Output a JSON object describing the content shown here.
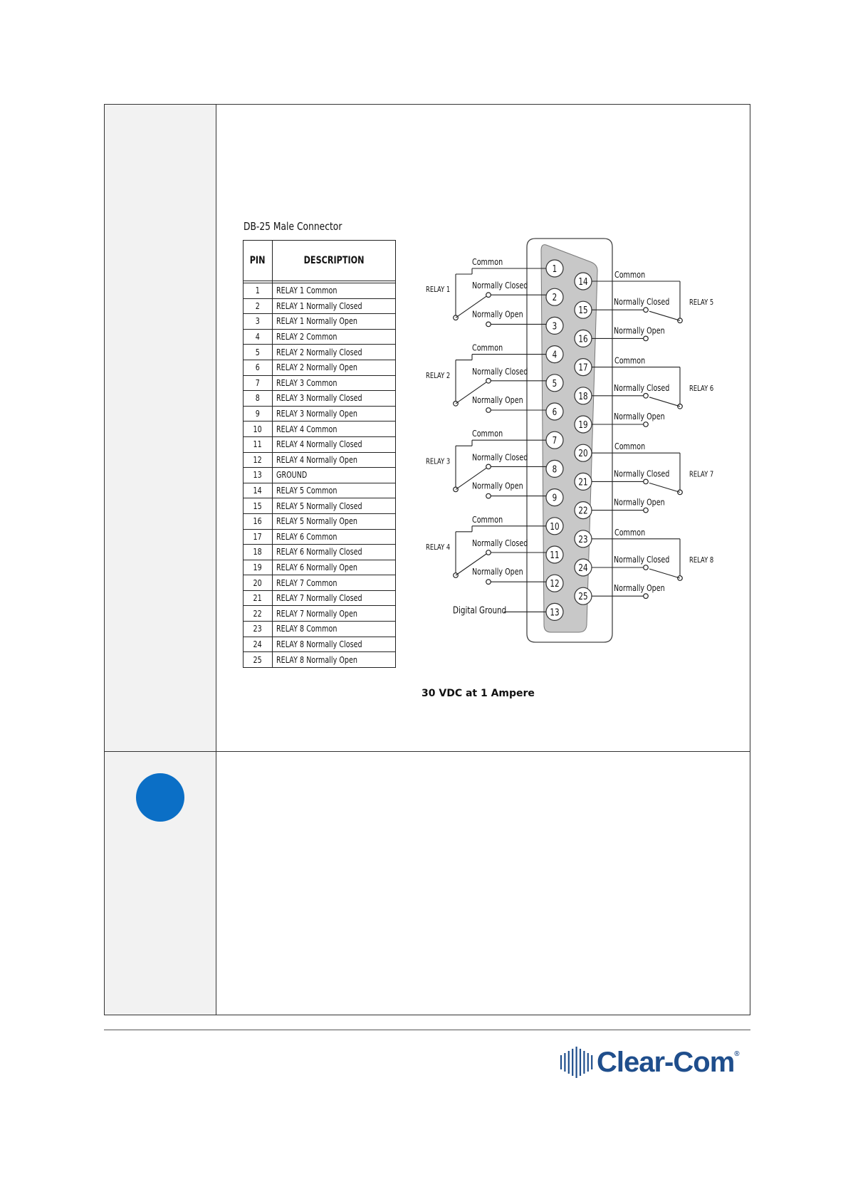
{
  "figure_title": "DB-25 Male Connector",
  "table": {
    "headers": [
      "PIN",
      "DESCRIPTION"
    ],
    "rows": [
      {
        "pin": "1",
        "desc": "RELAY 1 Common"
      },
      {
        "pin": "2",
        "desc": "RELAY 1 Normally Closed"
      },
      {
        "pin": "3",
        "desc": "RELAY 1 Normally Open"
      },
      {
        "pin": "4",
        "desc": "RELAY 2 Common"
      },
      {
        "pin": "5",
        "desc": "RELAY 2 Normally Closed"
      },
      {
        "pin": "6",
        "desc": "RELAY 2 Normally Open"
      },
      {
        "pin": "7",
        "desc": "RELAY 3 Common"
      },
      {
        "pin": "8",
        "desc": "RELAY 3 Normally Closed"
      },
      {
        "pin": "9",
        "desc": "RELAY 3 Normally Open"
      },
      {
        "pin": "10",
        "desc": "RELAY 4 Common"
      },
      {
        "pin": "11",
        "desc": "RELAY 4 Normally Closed"
      },
      {
        "pin": "12",
        "desc": "RELAY 4 Normally Open"
      },
      {
        "pin": "13",
        "desc": "GROUND"
      },
      {
        "pin": "14",
        "desc": "RELAY 5 Common"
      },
      {
        "pin": "15",
        "desc": "RELAY 5 Normally Closed"
      },
      {
        "pin": "16",
        "desc": "RELAY 5 Normally Open"
      },
      {
        "pin": "17",
        "desc": "RELAY 6 Common"
      },
      {
        "pin": "18",
        "desc": "RELAY 6 Normally Closed"
      },
      {
        "pin": "19",
        "desc": "RELAY 6 Normally Open"
      },
      {
        "pin": "20",
        "desc": "RELAY 7 Common"
      },
      {
        "pin": "21",
        "desc": "RELAY 7 Normally Closed"
      },
      {
        "pin": "22",
        "desc": "RELAY 7 Normally Open"
      },
      {
        "pin": "23",
        "desc": "RELAY 8 Common"
      },
      {
        "pin": "24",
        "desc": "RELAY 8 Normally Closed"
      },
      {
        "pin": "25",
        "desc": "RELAY 8 Normally Open"
      }
    ]
  },
  "diagram": {
    "left_relays": [
      "RELAY 1",
      "RELAY 2",
      "RELAY 3",
      "RELAY 4"
    ],
    "right_relays": [
      "RELAY 5",
      "RELAY 6",
      "RELAY 7",
      "RELAY 8"
    ],
    "common_label": "Common",
    "nc_label": "Normally Closed",
    "no_label": "Normally Open",
    "ground_label": "Digital Ground",
    "pins_top": [
      "1",
      "2",
      "3",
      "4",
      "5",
      "6",
      "7",
      "8",
      "9",
      "10",
      "11",
      "12",
      "13"
    ],
    "pins_bottom": [
      "14",
      "15",
      "16",
      "17",
      "18",
      "19",
      "20",
      "21",
      "22",
      "23",
      "24",
      "25"
    ]
  },
  "rating": "30 VDC at 1 Ampere",
  "logo": {
    "text": "Clear-Com",
    "mark": "®"
  },
  "colors": {
    "note_dot": "#0b6fc6",
    "logo": "#1f4e8c",
    "sidebar": "#f2f2f2"
  }
}
